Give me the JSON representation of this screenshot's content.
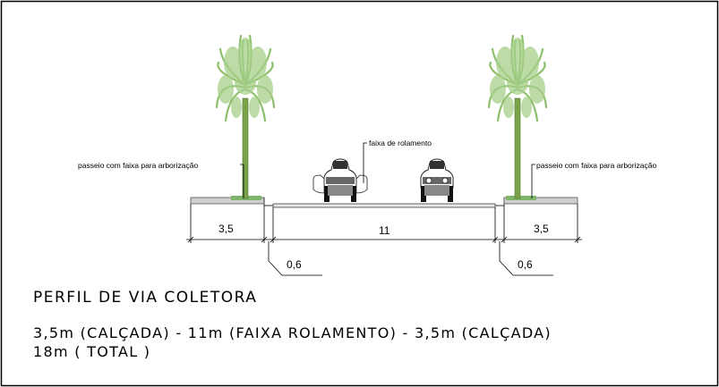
{
  "labels": {
    "left_sidewalk": "passeio com faixa para arborização",
    "right_sidewalk": "passeio com faixa para arborização",
    "roadway": "faixa de rolamento"
  },
  "dimensions": {
    "left_sidewalk": "3,5",
    "roadway": "11",
    "right_sidewalk": "3,5",
    "left_curb": "0,6",
    "right_curb": "0,6"
  },
  "title": "PERFIL DE VIA COLETORA",
  "spec_line_1": "3,5m (CALÇADA) - 11m (FAIXA ROLAMENTO) - 3,5m (CALÇADA)",
  "spec_line_2": "18m ( TOTAL )",
  "colors": {
    "border": "#000000",
    "sidewalk_fill": "#cfcfcf",
    "tree_strip": "#7fb56a",
    "palm_leaves": "#8dbf6a",
    "trunk": "#7aa34a"
  },
  "icons": [
    "palm-tree-icon",
    "car-icon"
  ]
}
